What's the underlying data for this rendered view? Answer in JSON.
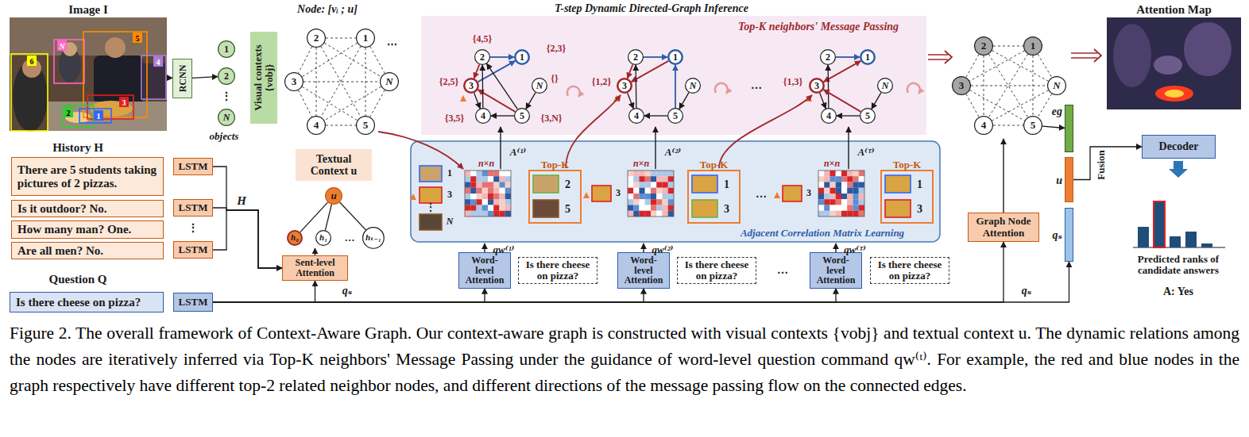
{
  "diagram": {
    "title": "T-step Dynamic Directed-Graph Inference",
    "caption": "Figure 2. The overall framework of Context-Aware Graph. Our context-aware graph is constructed with visual contexts {vobj} and textual context u. The dynamic relations among the nodes are iteratively inferred via Top-K neighbors' Message Passing under the guidance of word-level question command qw⁽ᵗ⁾. For example, the red and blue nodes in the graph respectively have different top-2 related neighbor nodes, and different directions of the message passing flow on the connected edges.",
    "nodes": [
      {
        "text": [
          "Image I"
        ]
      },
      {
        "text": [
          "RCNN"
        ]
      },
      {
        "text": [
          "1"
        ]
      },
      {
        "text": [
          "2"
        ]
      },
      {
        "text": [
          "N"
        ]
      },
      {
        "text": [
          "Visual contexts {vobj}"
        ]
      },
      {
        "text": [
          "2"
        ]
      },
      {
        "text": [
          "1"
        ]
      },
      {
        "text": [
          "3"
        ]
      },
      {
        "text": [
          "N"
        ]
      },
      {
        "text": [
          "4"
        ]
      },
      {
        "text": [
          "5"
        ]
      },
      {
        "text": [
          "Textual Context u"
        ]
      },
      {
        "text": [
          "u"
        ]
      },
      {
        "text": [
          "h₀"
        ]
      },
      {
        "text": [
          "h₁"
        ]
      },
      {
        "text": [
          "hₜ₋₁"
        ]
      },
      {
        "text": [
          "There are 5 students taking pictures of 2 pizzas."
        ]
      },
      {
        "text": [
          "Is it outdoor? No."
        ]
      },
      {
        "text": [
          "How many man? One."
        ]
      },
      {
        "text": [
          "Are all men? No."
        ]
      },
      {
        "text": [
          "LSTM"
        ]
      },
      {
        "text": [
          "LSTM"
        ]
      },
      {
        "text": [
          "LSTM"
        ]
      },
      {
        "text": [
          "Sent-level Attention"
        ]
      },
      {
        "text": [
          "Is there cheese on pizza?"
        ]
      },
      {
        "text": [
          "LSTM"
        ]
      },
      {
        "text": [
          "Top-K neighbors' Message Passing"
        ]
      },
      {
        "text": [
          "2"
        ],
        "in": 27
      },
      {
        "text": [
          "1"
        ],
        "in": 27
      },
      {
        "text": [
          "3"
        ],
        "in": 27
      },
      {
        "text": [
          "N"
        ],
        "in": 27
      },
      {
        "text": [
          "4"
        ],
        "in": 27
      },
      {
        "text": [
          "5"
        ],
        "in": 27
      },
      {
        "text": [
          "2"
        ],
        "in": 27
      },
      {
        "text": [
          "1"
        ],
        "in": 27
      },
      {
        "text": [
          "3"
        ],
        "in": 27
      },
      {
        "text": [
          "N"
        ],
        "in": 27
      },
      {
        "text": [
          "4"
        ],
        "in": 27
      },
      {
        "text": [
          "5"
        ],
        "in": 27
      },
      {
        "text": [
          "2"
        ],
        "in": 27
      },
      {
        "text": [
          "1"
        ],
        "in": 27
      },
      {
        "text": [
          "3"
        ],
        "in": 27
      },
      {
        "text": [
          "N"
        ],
        "in": 27
      },
      {
        "text": [
          "4"
        ],
        "in": 27
      },
      {
        "text": [
          "5"
        ],
        "in": 27
      },
      {
        "text": [
          "Adjacent Correlation Matrix Learning"
        ]
      },
      {
        "text": [
          "Top-K",
          "2",
          "5"
        ],
        "in": 46
      },
      {
        "text": [
          "Top-K",
          "1",
          "3"
        ],
        "in": 46
      },
      {
        "text": [
          "Top-K",
          "1",
          "3"
        ],
        "in": 46
      },
      {
        "text": [
          "Word-level Attention"
        ]
      },
      {
        "text": [
          "Word-level Attention"
        ]
      },
      {
        "text": [
          "Word-level Attention"
        ]
      },
      {
        "text": [
          "Is there cheese on pizza?"
        ]
      },
      {
        "text": [
          "Is there cheese on pizza?"
        ]
      },
      {
        "text": [
          "Is there cheese on pizza?"
        ]
      },
      {
        "text": [
          "2"
        ]
      },
      {
        "text": [
          "1"
        ]
      },
      {
        "text": [
          "3"
        ]
      },
      {
        "text": [
          "N"
        ]
      },
      {
        "text": [
          "4"
        ]
      },
      {
        "text": [
          "5"
        ]
      },
      {
        "text": [
          "Graph Node Attention"
        ]
      },
      {
        "text": [
          "eg"
        ]
      },
      {
        "text": [
          "u"
        ]
      },
      {
        "text": [
          "qₛ"
        ]
      },
      {
        "text": [
          "Decoder"
        ]
      },
      {
        "text": [
          "Attention Map"
        ]
      }
    ],
    "edges": [
      {
        "from": 0,
        "to": 1,
        "arrow": "to"
      },
      {
        "from": 1,
        "to": 3,
        "arrow": "to"
      },
      {
        "from": 6,
        "to": 7,
        "arrow": "none"
      },
      {
        "from": 6,
        "to": 8,
        "arrow": "none"
      },
      {
        "from": 6,
        "to": 9,
        "arrow": "none"
      },
      {
        "from": 6,
        "to": 10,
        "arrow": "none"
      },
      {
        "from": 6,
        "to": 11,
        "arrow": "none"
      },
      {
        "from": 7,
        "to": 8,
        "arrow": "none"
      },
      {
        "from": 7,
        "to": 9,
        "arrow": "none"
      },
      {
        "from": 7,
        "to": 10,
        "arrow": "none"
      },
      {
        "from": 7,
        "to": 11,
        "arrow": "none"
      },
      {
        "from": 8,
        "to": 9,
        "arrow": "none"
      },
      {
        "from": 8,
        "to": 10,
        "arrow": "none"
      },
      {
        "from": 8,
        "to": 11,
        "arrow": "none"
      },
      {
        "from": 9,
        "to": 10,
        "arrow": "none"
      },
      {
        "from": 9,
        "to": 11,
        "arrow": "none"
      },
      {
        "from": 10,
        "to": 11,
        "arrow": "none"
      },
      {
        "from": 13,
        "to": 14,
        "arrow": "none"
      },
      {
        "from": 13,
        "to": 15,
        "arrow": "none"
      },
      {
        "from": 13,
        "to": 16,
        "arrow": "none"
      },
      {
        "from": 21,
        "to": 24,
        "arrow": "to"
      },
      {
        "from": 22,
        "to": 24,
        "arrow": "to"
      },
      {
        "from": 23,
        "to": 24,
        "arrow": "to"
      },
      {
        "from": 26,
        "to": 24,
        "arrow": "to"
      },
      {
        "from": 26,
        "to": 50,
        "arrow": "to"
      },
      {
        "from": 26,
        "to": 51,
        "arrow": "to"
      },
      {
        "from": 26,
        "to": 52,
        "arrow": "to"
      },
      {
        "from": 26,
        "to": 62,
        "arrow": "to"
      },
      {
        "from": 26,
        "to": 65,
        "arrow": "to"
      },
      {
        "from": 28,
        "to": 29,
        "arrow": "to"
      },
      {
        "from": 30,
        "to": 29,
        "arrow": "to"
      },
      {
        "from": 28,
        "to": 30,
        "arrow": "to"
      },
      {
        "from": 33,
        "to": 30,
        "arrow": "to"
      },
      {
        "from": 32,
        "to": 28,
        "arrow": "to"
      },
      {
        "from": 33,
        "to": 28,
        "arrow": "to"
      },
      {
        "from": 30,
        "to": 32,
        "arrow": "to"
      },
      {
        "from": 33,
        "to": 32,
        "arrow": "to"
      },
      {
        "from": 31,
        "to": 33,
        "arrow": "to"
      },
      {
        "from": 35,
        "to": 36,
        "arrow": "to"
      },
      {
        "from": 34,
        "to": 36,
        "arrow": "to"
      },
      {
        "from": 34,
        "to": 35,
        "arrow": "to"
      },
      {
        "from": 39,
        "to": 35,
        "arrow": "to"
      },
      {
        "from": 38,
        "to": 34,
        "arrow": "to"
      },
      {
        "from": 36,
        "to": 38,
        "arrow": "to"
      },
      {
        "from": 39,
        "to": 38,
        "arrow": "to"
      },
      {
        "from": 37,
        "to": 39,
        "arrow": "to"
      },
      {
        "from": 40,
        "to": 41,
        "arrow": "to"
      },
      {
        "from": 41,
        "to": 42,
        "arrow": "both"
      },
      {
        "from": 44,
        "to": 40,
        "arrow": "to"
      },
      {
        "from": 42,
        "to": 44,
        "arrow": "to"
      },
      {
        "from": 45,
        "to": 44,
        "arrow": "to"
      },
      {
        "from": 43,
        "to": 45,
        "arrow": "to"
      },
      {
        "from": 45,
        "to": 42,
        "arrow": "to"
      },
      {
        "from": 56,
        "to": 57,
        "arrow": "none"
      },
      {
        "from": 56,
        "to": 58,
        "arrow": "none"
      },
      {
        "from": 56,
        "to": 59,
        "arrow": "none"
      },
      {
        "from": 56,
        "to": 60,
        "arrow": "none"
      },
      {
        "from": 56,
        "to": 61,
        "arrow": "none"
      },
      {
        "from": 57,
        "to": 58,
        "arrow": "none"
      },
      {
        "from": 57,
        "to": 59,
        "arrow": "none"
      },
      {
        "from": 57,
        "to": 60,
        "arrow": "none"
      },
      {
        "from": 57,
        "to": 61,
        "arrow": "none"
      },
      {
        "from": 58,
        "to": 59,
        "arrow": "none"
      },
      {
        "from": 58,
        "to": 60,
        "arrow": "none"
      },
      {
        "from": 58,
        "to": 61,
        "arrow": "none"
      },
      {
        "from": 59,
        "to": 60,
        "arrow": "none"
      },
      {
        "from": 59,
        "to": 61,
        "arrow": "none"
      },
      {
        "from": 60,
        "to": 61,
        "arrow": "none"
      },
      {
        "from": 61,
        "to": 63,
        "arrow": "to"
      },
      {
        "from": 64,
        "to": 66,
        "arrow": "to",
        "label": "Fusion"
      }
    ],
    "labels": [
      "6",
      "N",
      "5",
      "4",
      "3",
      "2",
      "1",
      "⋮",
      "objects",
      "Node: [vᵢ ; u]",
      "⋯",
      "History H",
      "H",
      "…",
      "⋮",
      "Question Q",
      "qₛ",
      "{4,5}",
      "{2,3}",
      "{2,5}",
      "{}",
      "{3,5}",
      "{3,N}",
      "{1,2}",
      "…",
      "{1,3}",
      "A⁽¹⁾",
      "n×n",
      "A⁽²⁾",
      "n×n",
      "A⁽ᵀ⁾",
      "n×n",
      "1",
      "3",
      "⋮",
      "N",
      "3",
      "…",
      "3",
      "qw⁽¹⁾",
      "qw⁽²⁾",
      "…",
      "qw⁽ᵀ⁾",
      "qₛ",
      "Predicted ranks of candidate answers",
      "A: Yes"
    ]
  }
}
